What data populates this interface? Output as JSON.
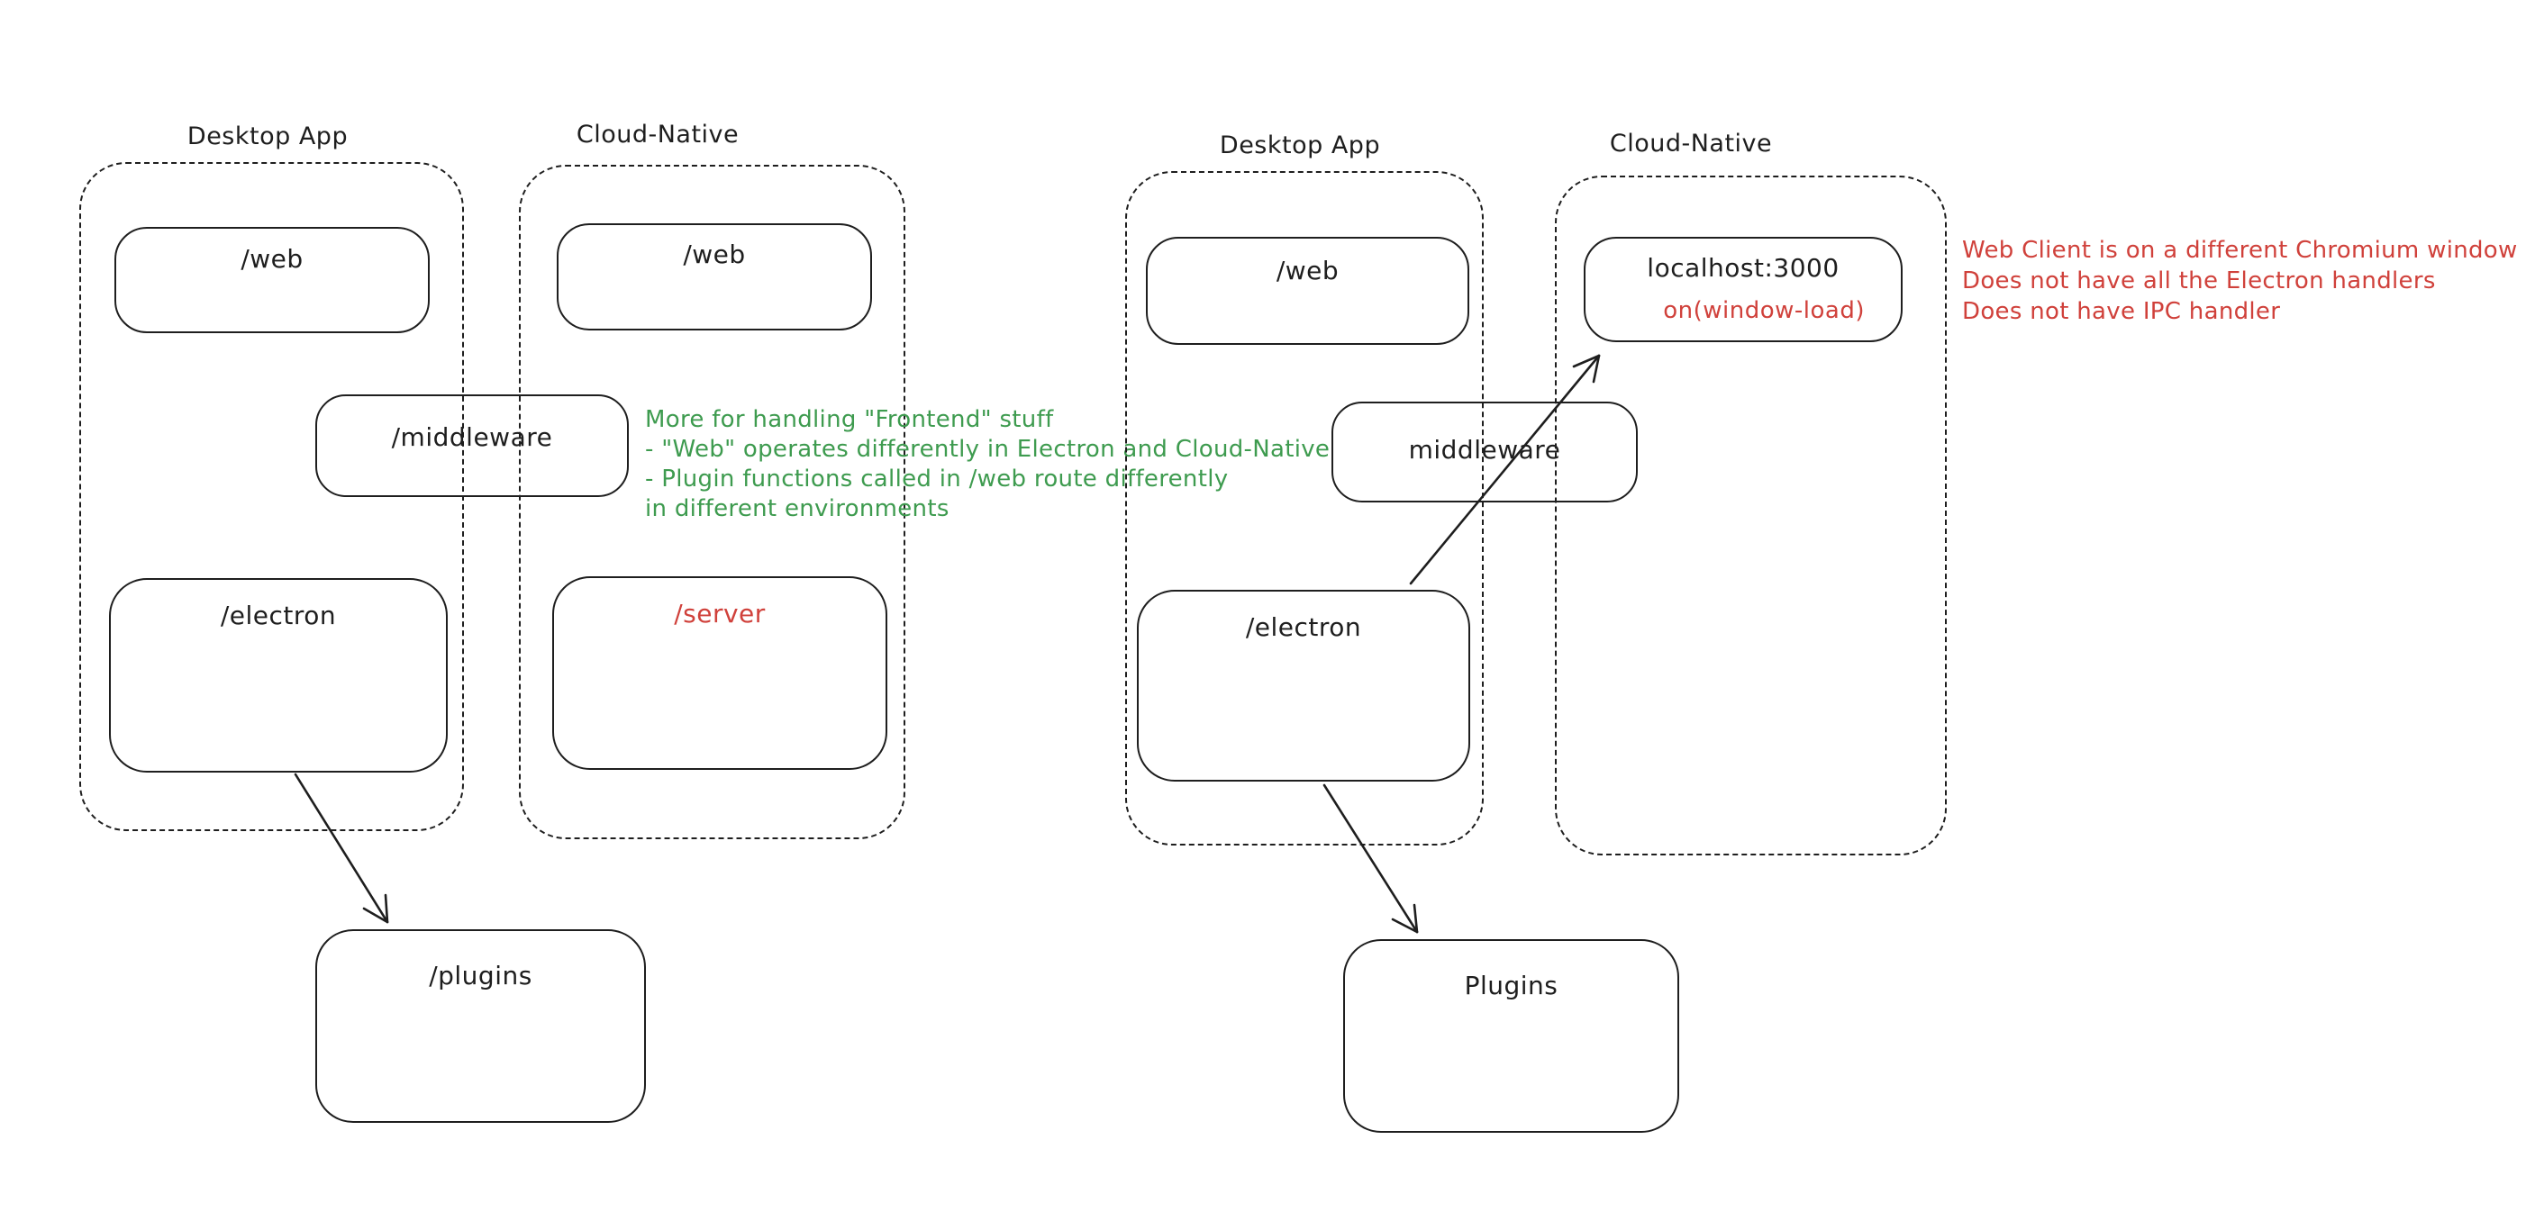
{
  "canvas": {
    "background": "#ffffff"
  },
  "colors": {
    "stroke": "#1e1e1e",
    "red": "#d0413b",
    "green": "#3e9b4f"
  },
  "left_diagram": {
    "desktop_app_title": "Desktop App",
    "cloud_native_title": "Cloud-Native",
    "web_desktop_label": "/web",
    "web_cloud_label": "/web",
    "middleware_label": "/middleware",
    "electron_label": "/electron",
    "server_label": "/server",
    "plugins_label": "/plugins",
    "green_note_lines": [
      "More for handling \"Frontend\" stuff",
      "- \"Web\" operates differently in Electron and Cloud-Native",
      "- Plugin functions called in /web route differently",
      "in different environments"
    ]
  },
  "right_diagram": {
    "desktop_app_title": "Desktop App",
    "cloud_native_title": "Cloud-Native",
    "web_label": "/web",
    "localhost_label": "localhost:3000",
    "localhost_event_label": "on(window-load)",
    "middleware_label": "middleware",
    "electron_label": "/electron",
    "plugins_label": "Plugins",
    "red_note_lines": [
      "Web Client is on a different Chromium window",
      "Does not have all the Electron handlers",
      "Does not have IPC handler"
    ]
  }
}
